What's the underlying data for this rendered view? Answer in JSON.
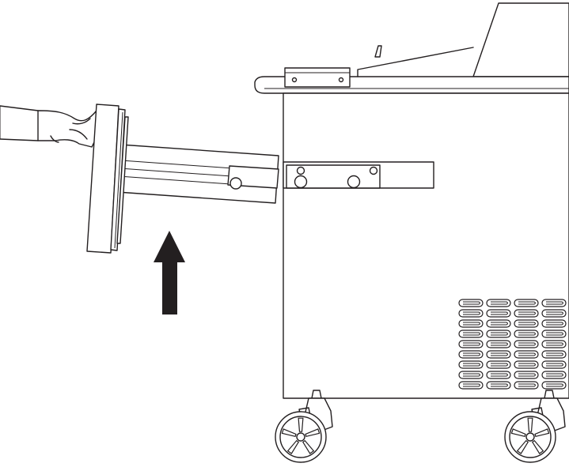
{
  "figure": {
    "description_visible_text": "",
    "colors": {
      "line": "#231f20",
      "background": "#ffffff",
      "arrow": "#231f20"
    },
    "vent_grid": {
      "columns": 4,
      "rows": 9
    },
    "wheel_spokes": 5
  }
}
